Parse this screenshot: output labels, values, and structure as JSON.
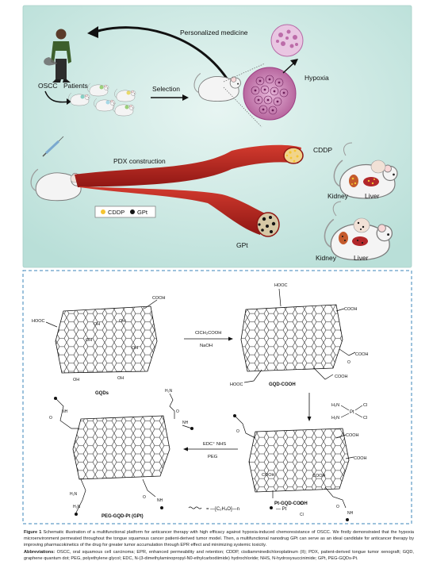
{
  "top_panel": {
    "personalized_medicine": "Personalized medicine",
    "hypoxia": "Hypoxia",
    "oscc": "OSCC",
    "patients": "Patients",
    "selection": "Selection",
    "pdx_construction": "PDX construction",
    "cddp": "CDDP",
    "kidney_top": "Kidney",
    "liver_top": "Liver",
    "legend_cddp": "CDDP",
    "legend_gpt": "GPt",
    "gpt": "GPt",
    "kidney_bottom": "Kidney",
    "liver_bottom": "Liver"
  },
  "bottom_panel": {
    "gqds": "GQDs",
    "reagent_top": "ClCH₂COOH",
    "reagent_bottom": "NaOH",
    "gqd_cooh": "GQD-COOH",
    "pt_gqd_cooh": "Pt-GQD-COOH",
    "edc_nhs": "EDC⁺   NHS",
    "peg": "PEG",
    "peg_gqd_pt": "PEG-GQD-Pt (GPt)",
    "cooh": "COOH",
    "hooc": "HOOC",
    "oh": "OH",
    "h2n": "H₂N",
    "cl": "Cl",
    "pt": "Pt",
    "nh": "NH",
    "o": "O",
    "peg_formula": "= —[C₂H₄O]—n",
    "pt_link": "— Pt"
  },
  "caption": {
    "figure_label": "Figure 1",
    "text": " Schematic illustration of a multifunctional platform for anticancer therapy with high efficacy against hypoxia-induced chemoresistance of OSCC. We firstly demonstrated that the hypoxia microenvironment permeated throughout the tongue squamous cancer patient-derived tumor model. Then, a multifunctional nanodrug GPt can serve as an ideal candidate for anticancer therapy by improving pharmacokinetics of the drug for greater tumor accumulation through EPR effect and minimizing systemic toxicity.",
    "abbrev_label": "Abbreviations:",
    "abbrev_text": " OSCC, oral squamous cell carcinoma; EPR, enhanced permeability and retention; CDDP, cisdiamminedichloroplatinum (II); PDX, patient-derived tongue tumor xenograft; GQD, graphene quantum dot; PEG, polyethylene glycol; EDC, N-(3-dimethylaminopropyl-N0-ethylcarbodiimide) hydrochloride; NHS, N-hydroxysuccinimide; GPt, PEG-GQDs-Pt."
  },
  "colors": {
    "panel_bg": "#c6e6e1",
    "vessel_red": "#b01f1b",
    "cddp_yellow": "#f4c430",
    "dashed_border": "#3b86b8"
  }
}
